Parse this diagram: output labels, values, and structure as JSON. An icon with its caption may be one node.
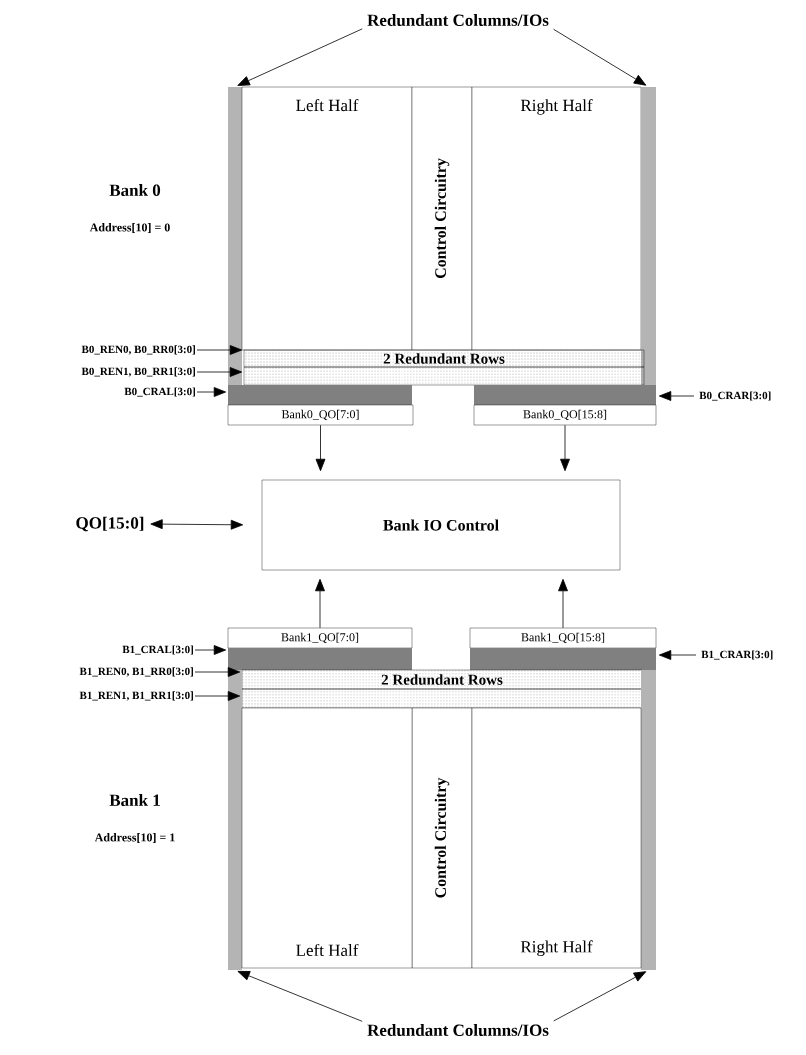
{
  "diagram": {
    "nodes": [
      {
        "text": [
          "Redundant Columns/IOs"
        ]
      },
      {
        "text": [],
        "shape": "bar"
      },
      {
        "text": [
          "Left Half"
        ]
      },
      {
        "text": [
          "Control Circuitry"
        ]
      },
      {
        "text": [
          "Right Half"
        ]
      },
      {
        "text": [],
        "shape": "bar"
      },
      {
        "text": [
          "B0_REN0, B0_RR0[3:0]"
        ]
      },
      {
        "text": [
          "2 Redundant Rows"
        ]
      },
      {
        "text": [
          "B0_REN1, B0_RR1[3:0]"
        ]
      },
      {
        "text": [],
        "shape": "box"
      },
      {
        "text": [
          "B0_CRAL[3:0]"
        ]
      },
      {
        "text": [],
        "shape": "bar"
      },
      {
        "text": [],
        "shape": "bar"
      },
      {
        "text": [
          "B0_CRAR[3:0]"
        ]
      },
      {
        "text": [
          "Bank0_QO[7:0]"
        ]
      },
      {
        "text": [
          "Bank0_QO[15:8]"
        ]
      },
      {
        "text": [
          "QO[15:0]"
        ]
      },
      {
        "text": [
          "Bank IO Control"
        ]
      },
      {
        "text": [
          "Bank1_QO[7:0]"
        ]
      },
      {
        "text": [
          "Bank1_QO[15:8]"
        ]
      },
      {
        "text": [
          "B1_CRAL[3:0]"
        ]
      },
      {
        "text": [],
        "shape": "bar"
      },
      {
        "text": [],
        "shape": "bar"
      },
      {
        "text": [
          "B1_CRAR[3:0]"
        ]
      },
      {
        "text": [
          "B1_REN0, B1_RR0[3:0]"
        ]
      },
      {
        "text": [
          "2 Redundant Rows"
        ]
      },
      {
        "text": [
          "B1_REN1, B1_RR1[3:0]"
        ]
      },
      {
        "text": [],
        "shape": "box"
      },
      {
        "text": [],
        "shape": "bar"
      },
      {
        "text": [
          "Control Circuitry"
        ]
      },
      {
        "text": [],
        "shape": "bar"
      },
      {
        "text": [
          "Left Half"
        ]
      },
      {
        "text": [
          "Right Half"
        ]
      },
      {
        "text": [
          "Redundant Columns/IOs"
        ]
      }
    ],
    "edges": [
      {
        "from": 0,
        "to": 1,
        "arrow": "to"
      },
      {
        "from": 0,
        "to": 5,
        "arrow": "to"
      },
      {
        "from": 6,
        "to": 7,
        "arrow": "to"
      },
      {
        "from": 8,
        "to": 9,
        "arrow": "to"
      },
      {
        "from": 10,
        "to": 11,
        "arrow": "to"
      },
      {
        "from": 13,
        "to": 12,
        "arrow": "to"
      },
      {
        "from": 14,
        "to": 17,
        "arrow": "to"
      },
      {
        "from": 15,
        "to": 17,
        "arrow": "to"
      },
      {
        "from": 16,
        "to": 17,
        "arrow": "both"
      },
      {
        "from": 18,
        "to": 17,
        "arrow": "to"
      },
      {
        "from": 19,
        "to": 17,
        "arrow": "to"
      },
      {
        "from": 20,
        "to": 21,
        "arrow": "to"
      },
      {
        "from": 23,
        "to": 22,
        "arrow": "to"
      },
      {
        "from": 24,
        "to": 25,
        "arrow": "to"
      },
      {
        "from": 26,
        "to": 27,
        "arrow": "to"
      },
      {
        "from": 33,
        "to": 28,
        "arrow": "to"
      },
      {
        "from": 33,
        "to": 30,
        "arrow": "to"
      }
    ],
    "labels": [
      "Bank 0",
      "Address[10] = 0",
      "Bank 1",
      "Address[10] = 1"
    ]
  }
}
